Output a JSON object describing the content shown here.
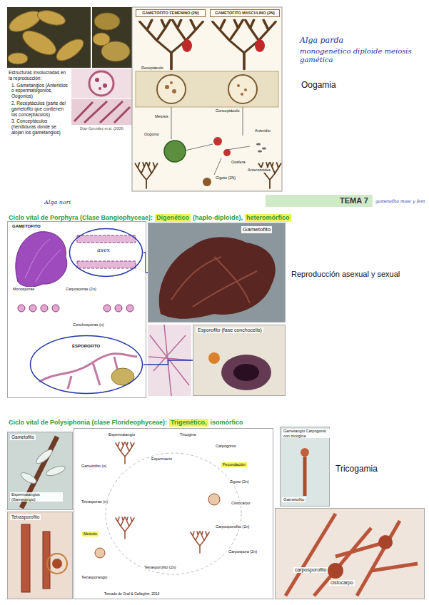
{
  "diagram": {
    "nodes": [
      {
        "text": [
          "GAMETÓFITO FEMENINO (2N)"
        ]
      },
      {
        "text": [
          "GAMETÓFITO MASCULINO (2N)"
        ]
      },
      {
        "text": [
          "TEMA 7"
        ]
      },
      {
        "text": [
          "GAMETOFITO"
        ]
      },
      {
        "text": [
          "asex"
        ],
        "in": 3
      },
      {
        "text": [
          "ESPOROFITO"
        ],
        "in": 3
      },
      {
        "text": [
          "Gametofito"
        ]
      },
      {
        "text": [
          "Esporofito (fase conchocelis)"
        ]
      },
      {
        "text": [
          "Gametofito",
          "Espermatangios (Gametangio)"
        ]
      },
      {
        "text": [
          "Tetrasporofito"
        ]
      },
      {
        "text": [
          "Tomado de Graf & Gallagher, 2013"
        ]
      },
      {
        "text": [
          "Gametangio Carpogonio con tricogina",
          "Gametofito"
        ]
      },
      {
        "text": [
          "carposporofito",
          "cistocarpo"
        ]
      }
    ],
    "edges": [
      {
        "from": 4,
        "to": 6,
        "arrow": "none"
      },
      {
        "from": 5,
        "to": 7,
        "arrow": "none"
      }
    ],
    "labels": [
      "Estructuras involucradas en la reproducción:",
      "1. Gametangios (Anteridios o espermatogonios, Oogonios)",
      "2. Receptáculos (parte del gametofito que contienen los conceptáculos)",
      "3. Conceptáculos (hendiduras donde se alojan los gametangios)",
      "Díaz-González et al. (2009)",
      "Alga parda",
      "monogenético diploide meiosis gamética",
      "Oogamia",
      "Alga nori",
      "gametofito masc y fem",
      "Ciclo vital de Porphyra (Clase Bangiophyceae):",
      "Digenético",
      "(haplo-diploide),",
      "heteromórfico",
      "Reproducción asexual y sexual",
      "Ciclo vital de Polysiphonia (clase Florideophyceae):",
      "Trigenético,",
      "isomórfico",
      "Tricogamia",
      "Espermatangio",
      "Tricogina",
      "Carpogonio",
      "Gametofito (n)",
      "Espermacio",
      "Zigoto (2n)",
      "Carposporofito (2n)",
      "Carpospora (2n)",
      "Tetrasporofito (2n)",
      "Meiosis",
      "Tetrasporas (n)",
      "Tetrasporangio",
      "Fecundación",
      "Cistocarpo",
      "Carposporas (2n)",
      "Conchosporas (n)",
      "Monosporas",
      "Receptáculo",
      "Conceptáculo",
      "Oogonio",
      "Anteridio",
      "Oosfera",
      "Anterozoides",
      "Cigoto (2N)",
      "Meiosis"
    ]
  }
}
